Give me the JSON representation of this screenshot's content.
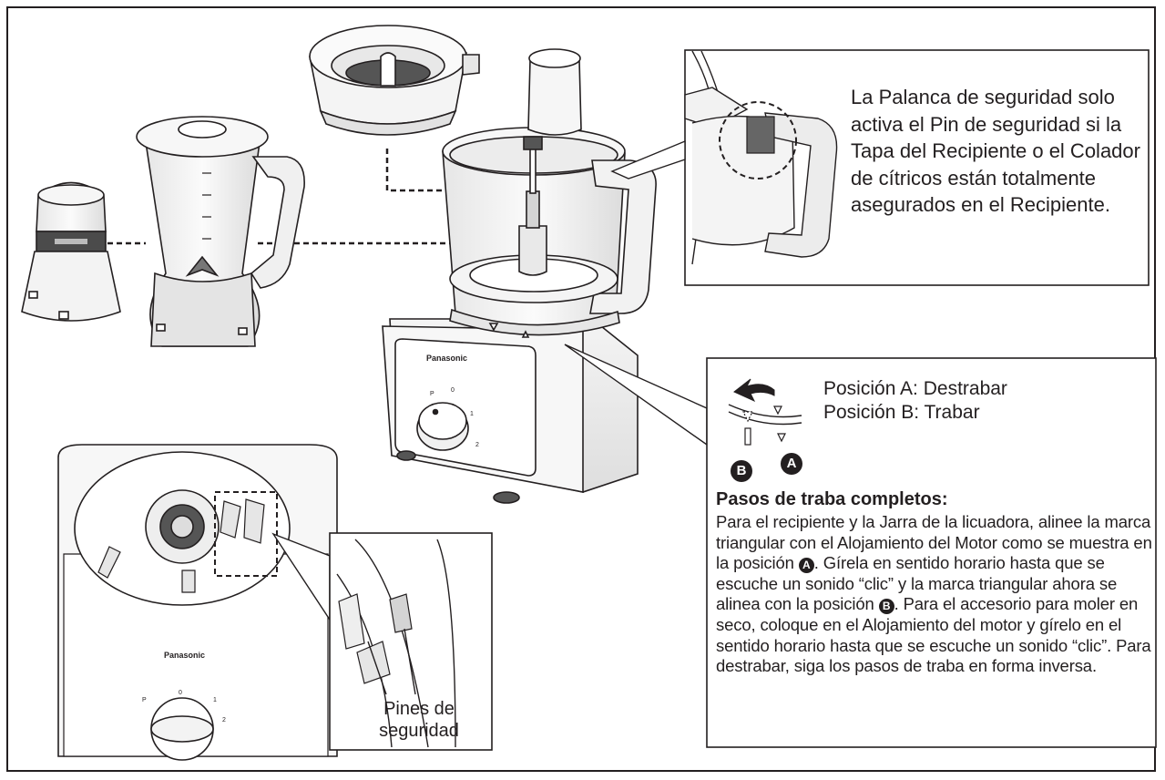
{
  "callout_safety": {
    "text": "La Palanca de seguridad solo activa el Pin de seguridad si la Tapa del Recipiente o el Colador de cítricos están totalmente asegurados en el Recipiente."
  },
  "positions": {
    "a": "Posición A: Destrabar",
    "b": "Posición B: Trabar",
    "badge_a": "A",
    "badge_b": "B"
  },
  "locking_steps": {
    "title": "Pasos de traba completos:",
    "part1": "Para el recipiente y la Jarra de la licuadora, alinee la marca  triangular con el Alojamiento del Motor como se muestra en la posición ",
    "marker_a": "A",
    "part2": ". Gírela en sentido horario hasta que se escuche un sonido “clic” y la marca triangular ahora se alinea con la posición ",
    "marker_b": "B",
    "part3": ". Para el accesorio para moler en seco, coloque en el Alojamiento del motor y gírelo en el sentido horario hasta que se escuche un sonido “clic”. Para destrabar, siga los pasos de traba en forma inversa."
  },
  "pins_label": "Pines de seguridad",
  "brand": {
    "logo": "Panasonic"
  },
  "dial": {
    "labels": [
      "P",
      "0",
      "1",
      "2"
    ]
  },
  "colors": {
    "line": "#231f20",
    "fill_light": "#f2f2f2",
    "fill_mid": "#d9d9d9",
    "fill_dark": "#595959"
  }
}
